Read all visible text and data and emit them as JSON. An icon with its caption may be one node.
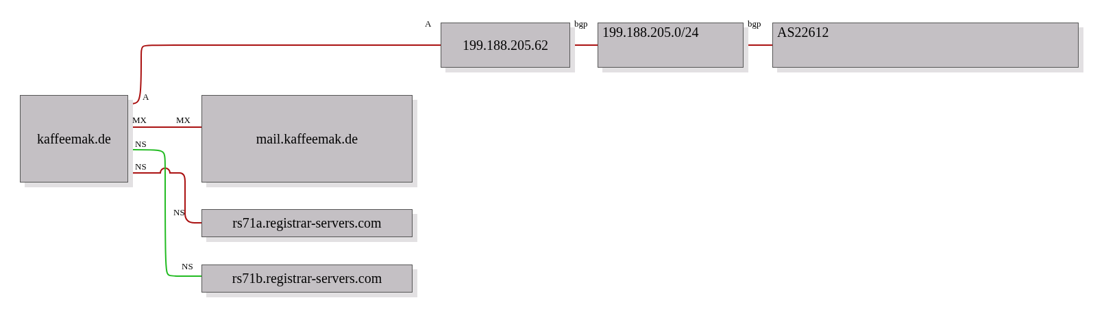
{
  "diagram": {
    "nodes": [
      {
        "text": [
          "199.188.205.62"
        ]
      },
      {
        "text": [
          "199.188.205.0/24"
        ]
      },
      {
        "text": [
          "AS22612"
        ]
      },
      {
        "text": [
          "kaffeemak.de"
        ]
      },
      {
        "text": [
          "mail.kaffeemak.de"
        ]
      },
      {
        "text": [
          "rs71a.registrar-servers.com"
        ]
      },
      {
        "text": [
          "rs71b.registrar-servers.com"
        ]
      }
    ],
    "edges": [
      {
        "from": 3,
        "to": 0,
        "arrow": "none"
      },
      {
        "from": 0,
        "to": 1,
        "arrow": "none"
      },
      {
        "from": 1,
        "to": 2,
        "arrow": "none"
      },
      {
        "from": 3,
        "to": 4,
        "arrow": "none"
      },
      {
        "from": 3,
        "to": 5,
        "arrow": "none"
      },
      {
        "from": 3,
        "to": 6,
        "arrow": "none",
        "color": "#22bb22"
      }
    ],
    "labels": [
      "A",
      "bgp",
      "bgp",
      "A",
      "MX",
      "MX",
      "NS",
      "NS",
      "NS",
      "NS"
    ]
  }
}
